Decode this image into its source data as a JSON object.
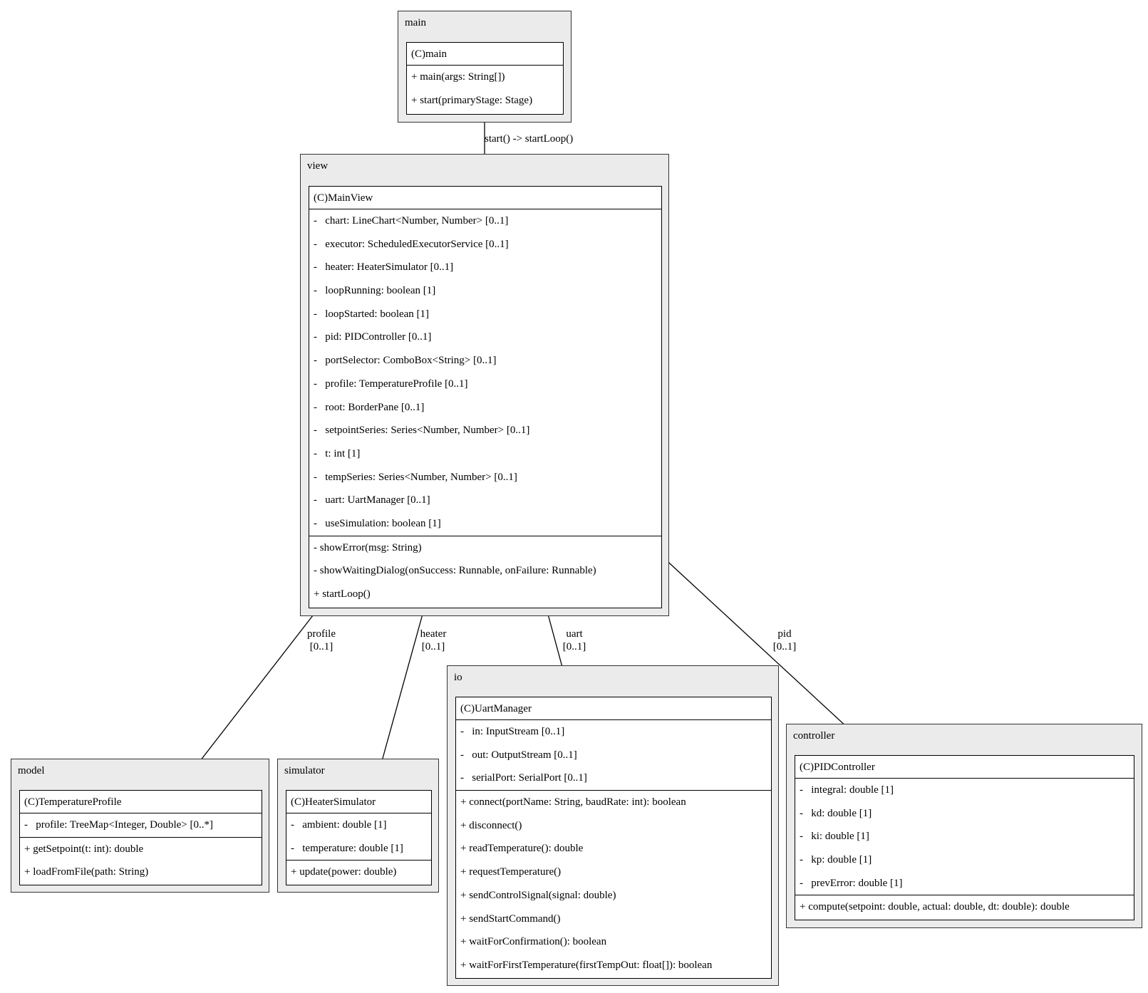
{
  "packages": {
    "main": {
      "title": "main",
      "cls": {
        "name": "(C)main",
        "attrs": [],
        "methods": [
          "+ main(args: String[])",
          "+ start(primaryStage: Stage)"
        ]
      }
    },
    "view": {
      "title": "view",
      "cls": {
        "name": "(C)MainView",
        "attrs": [
          "-   chart: LineChart<Number, Number> [0..1]",
          "-   executor: ScheduledExecutorService [0..1]",
          "-   heater: HeaterSimulator [0..1]",
          "-   loopRunning: boolean [1]",
          "-   loopStarted: boolean [1]",
          "-   pid: PIDController [0..1]",
          "-   portSelector: ComboBox<String> [0..1]",
          "-   profile: TemperatureProfile [0..1]",
          "-   root: BorderPane [0..1]",
          "-   setpointSeries: Series<Number, Number> [0..1]",
          "-   t: int [1]",
          "-   tempSeries: Series<Number, Number> [0..1]",
          "-   uart: UartManager [0..1]",
          "-   useSimulation: boolean [1]"
        ],
        "methods": [
          "- showError(msg: String)",
          "- showWaitingDialog(onSuccess: Runnable, onFailure: Runnable)",
          "+ startLoop()"
        ]
      }
    },
    "model": {
      "title": "model",
      "cls": {
        "name": "(C)TemperatureProfile",
        "attrs": [
          "-   profile: TreeMap<Integer, Double> [0..*]"
        ],
        "methods": [
          "+ getSetpoint(t: int): double",
          "+ loadFromFile(path: String)"
        ]
      }
    },
    "simulator": {
      "title": "simulator",
      "cls": {
        "name": "(C)HeaterSimulator",
        "attrs": [
          "-   ambient: double [1]",
          "-   temperature: double [1]"
        ],
        "methods": [
          "+ update(power: double)"
        ]
      }
    },
    "io": {
      "title": "io",
      "cls": {
        "name": "(C)UartManager",
        "attrs": [
          "-   in: InputStream [0..1]",
          "-   out: OutputStream [0..1]",
          "-   serialPort: SerialPort [0..1]"
        ],
        "methods": [
          "+ connect(portName: String, baudRate: int): boolean",
          "+ disconnect()",
          "+ readTemperature(): double",
          "+ requestTemperature()",
          "+ sendControlSignal(signal: double)",
          "+ sendStartCommand()",
          "+ waitForConfirmation(): boolean",
          "+ waitForFirstTemperature(firstTempOut: float[]): boolean"
        ]
      }
    },
    "controller": {
      "title": "controller",
      "cls": {
        "name": "(C)PIDController",
        "attrs": [
          "-   integral: double [1]",
          "-   kd: double [1]",
          "-   ki: double [1]",
          "-   kp: double [1]",
          "-   prevError: double [1]"
        ],
        "methods": [
          "+ compute(setpoint: double, actual: double, dt: double): double"
        ]
      }
    }
  },
  "edges": {
    "start": {
      "label": "start() -> startLoop()"
    },
    "profile": {
      "label": "profile",
      "mult": "[0..1]"
    },
    "heater": {
      "label": "heater",
      "mult": "[0..1]"
    },
    "uart": {
      "label": "uart",
      "mult": "[0..1]"
    },
    "pid": {
      "label": "pid",
      "mult": "[0..1]"
    }
  }
}
